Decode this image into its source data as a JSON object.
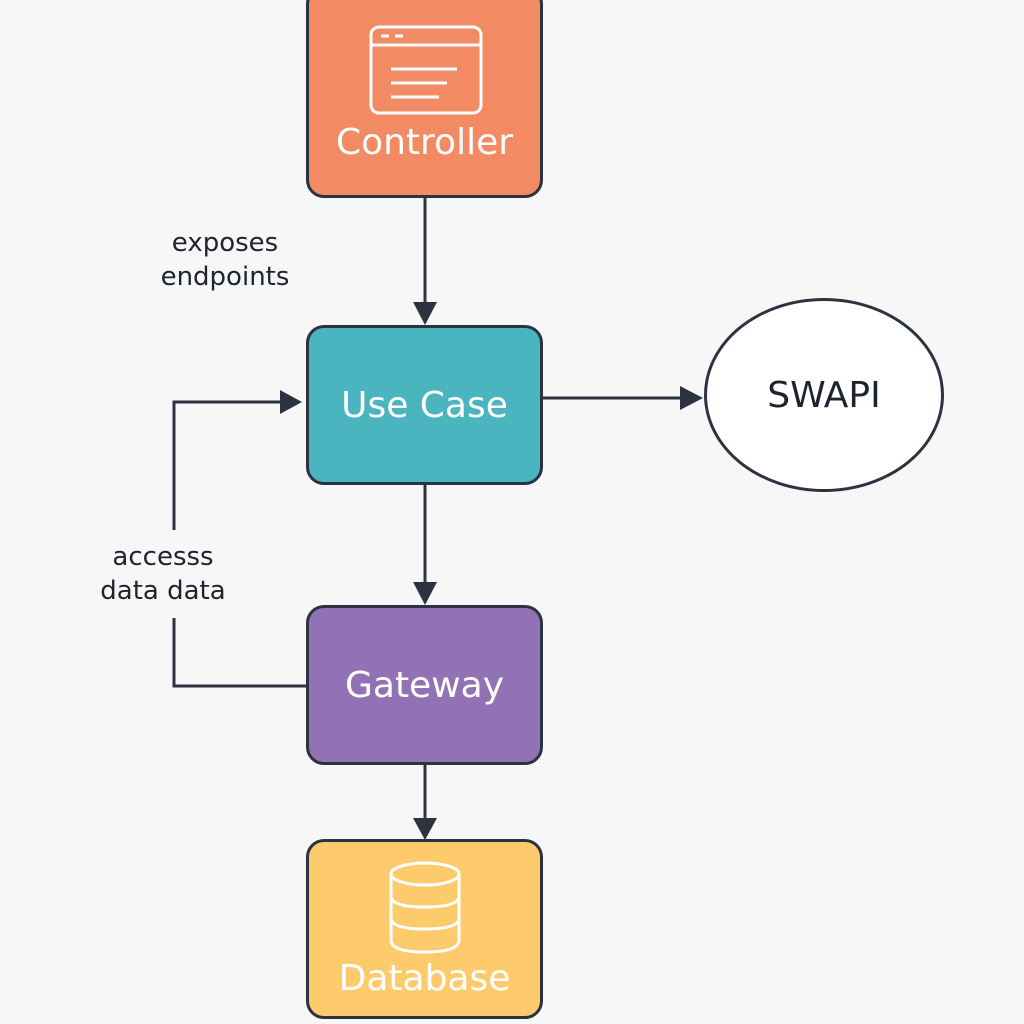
{
  "nodes": {
    "controller": {
      "label": "Controller",
      "color": "#f28a63",
      "icon": "browser-window-icon"
    },
    "use_case": {
      "label": "Use Case",
      "color": "#4bb5bf"
    },
    "gateway": {
      "label": "Gateway",
      "color": "#9173b5"
    },
    "database": {
      "label": "Database",
      "color": "#fdcb6c",
      "icon": "database-icon"
    },
    "swapi": {
      "label": "SWAPI"
    }
  },
  "edges": [
    {
      "from": "controller",
      "to": "use_case",
      "label": "exposes\nendpoints"
    },
    {
      "from": "use_case",
      "to": "swapi"
    },
    {
      "from": "use_case",
      "to": "gateway"
    },
    {
      "from": "gateway",
      "to": "use_case",
      "label": "accesss\ndata data"
    },
    {
      "from": "gateway",
      "to": "database"
    }
  ],
  "edge_labels": {
    "exposes_line1": "exposes",
    "exposes_line2": "endpoints",
    "access_line1": "accesss",
    "access_line2": "data data"
  },
  "colors": {
    "stroke": "#2b3340",
    "background": "#f7f7f7"
  }
}
